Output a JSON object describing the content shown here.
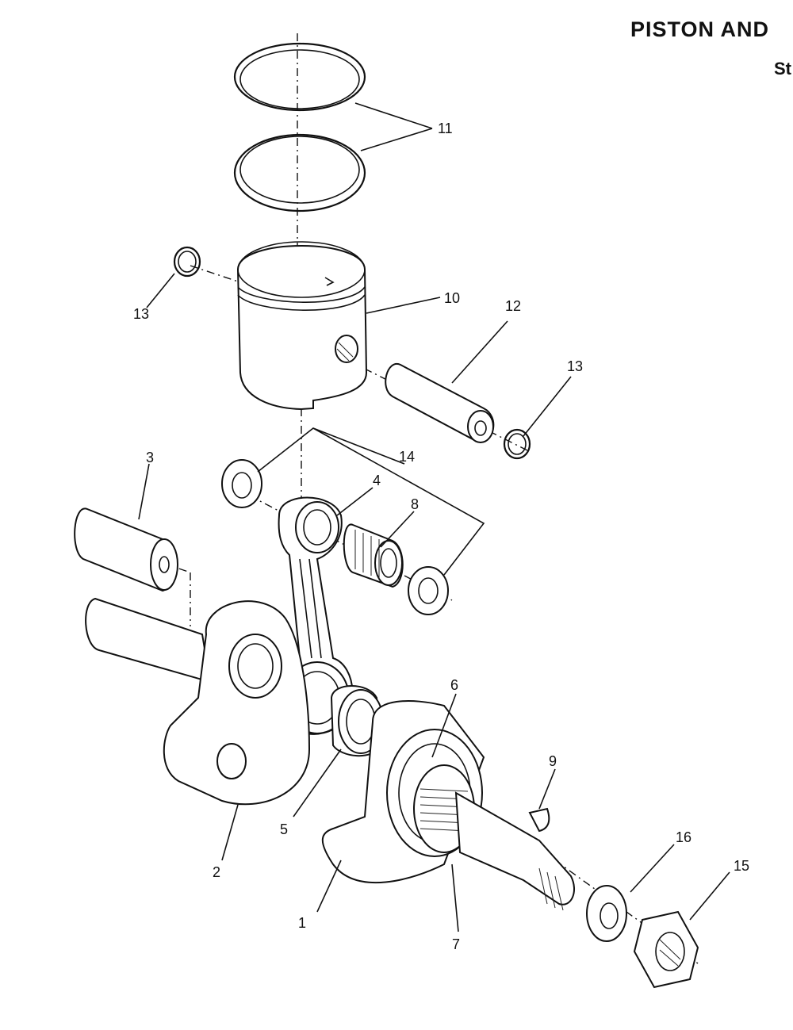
{
  "header": {
    "title": "PISTON AND",
    "subtitle": "St"
  },
  "callouts": {
    "c1": "1",
    "c2": "2",
    "c3": "3",
    "c4": "4",
    "c5": "5",
    "c6": "6",
    "c7": "7",
    "c8": "8",
    "c9": "9",
    "c10": "10",
    "c11": "11",
    "c12": "12",
    "c13a": "13",
    "c13b": "13",
    "c14": "14",
    "c15": "15",
    "c16": "16"
  }
}
